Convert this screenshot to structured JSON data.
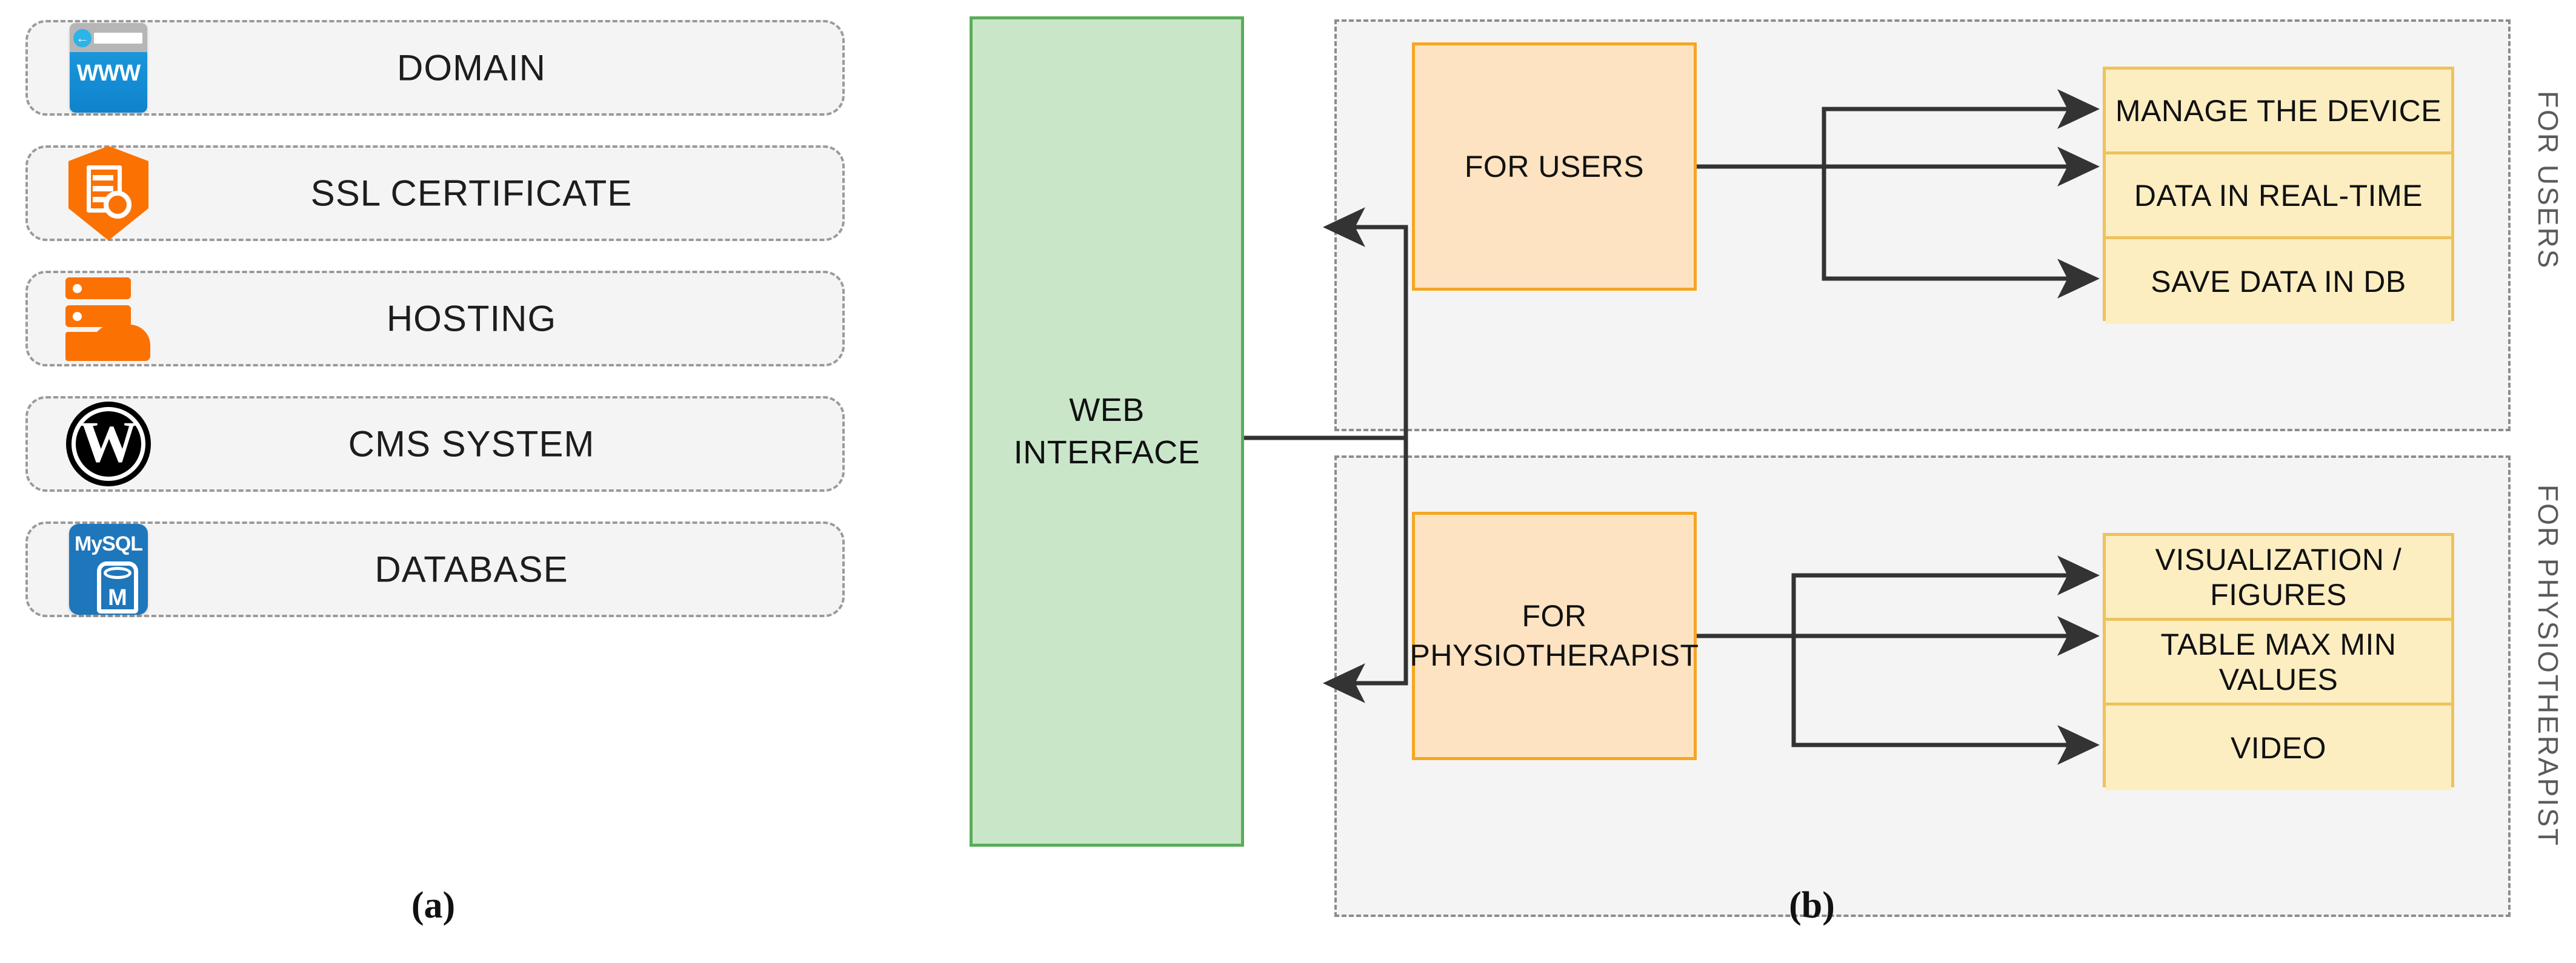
{
  "figure": {
    "panel_a_caption": "(a)",
    "panel_b_caption": "(b)"
  },
  "panel_a": {
    "cards": [
      {
        "label": "DOMAIN",
        "icon": "www-browser-icon",
        "icon_text": "WWW"
      },
      {
        "label": "SSL CERTIFICATE",
        "icon": "ssl-shield-icon",
        "icon_text": ""
      },
      {
        "label": "HOSTING",
        "icon": "server-cloud-icon",
        "icon_text": ""
      },
      {
        "label": "CMS SYSTEM",
        "icon": "wordpress-icon",
        "icon_text": "W"
      },
      {
        "label": "DATABASE",
        "icon": "mysql-icon",
        "icon_text": "MySQL"
      }
    ]
  },
  "panel_b": {
    "root": {
      "label": "WEB\nINTERFACE",
      "line1": "WEB",
      "line2": "INTERFACE"
    },
    "groups": [
      {
        "side_label": "FOR USERS",
        "role": {
          "label": "FOR USERS"
        },
        "features": [
          {
            "label": "MANAGE THE DEVICE"
          },
          {
            "label": "DATA IN REAL-TIME"
          },
          {
            "label": "SAVE DATA IN DB"
          }
        ]
      },
      {
        "side_label": "FOR PHYSIOTHERAPIST",
        "role": {
          "label": "FOR\nPHYSIOTHERAPIST",
          "line1": "FOR",
          "line2": "PHYSIOTHERAPIST"
        },
        "features": [
          {
            "label": "VISUALIZATION / FIGURES"
          },
          {
            "label": "TABLE MAX MIN VALUES"
          },
          {
            "label": "VIDEO"
          }
        ]
      }
    ]
  },
  "colors": {
    "green_fill": "#c9e6c9",
    "green_stroke": "#5aad5a",
    "orange_fill": "#fde3c1",
    "orange_stroke": "#f5a623",
    "yellow_fill": "#fdeec2",
    "yellow_stroke": "#eec25c",
    "group_fill": "#f4f4f4",
    "group_stroke": "#8c8c8c",
    "card_fill": "#f4f4f4",
    "card_stroke": "#9a9a9a",
    "icon_orange": "#fb7202",
    "icon_blue": "#1e76bb",
    "arrow": "#333333"
  }
}
